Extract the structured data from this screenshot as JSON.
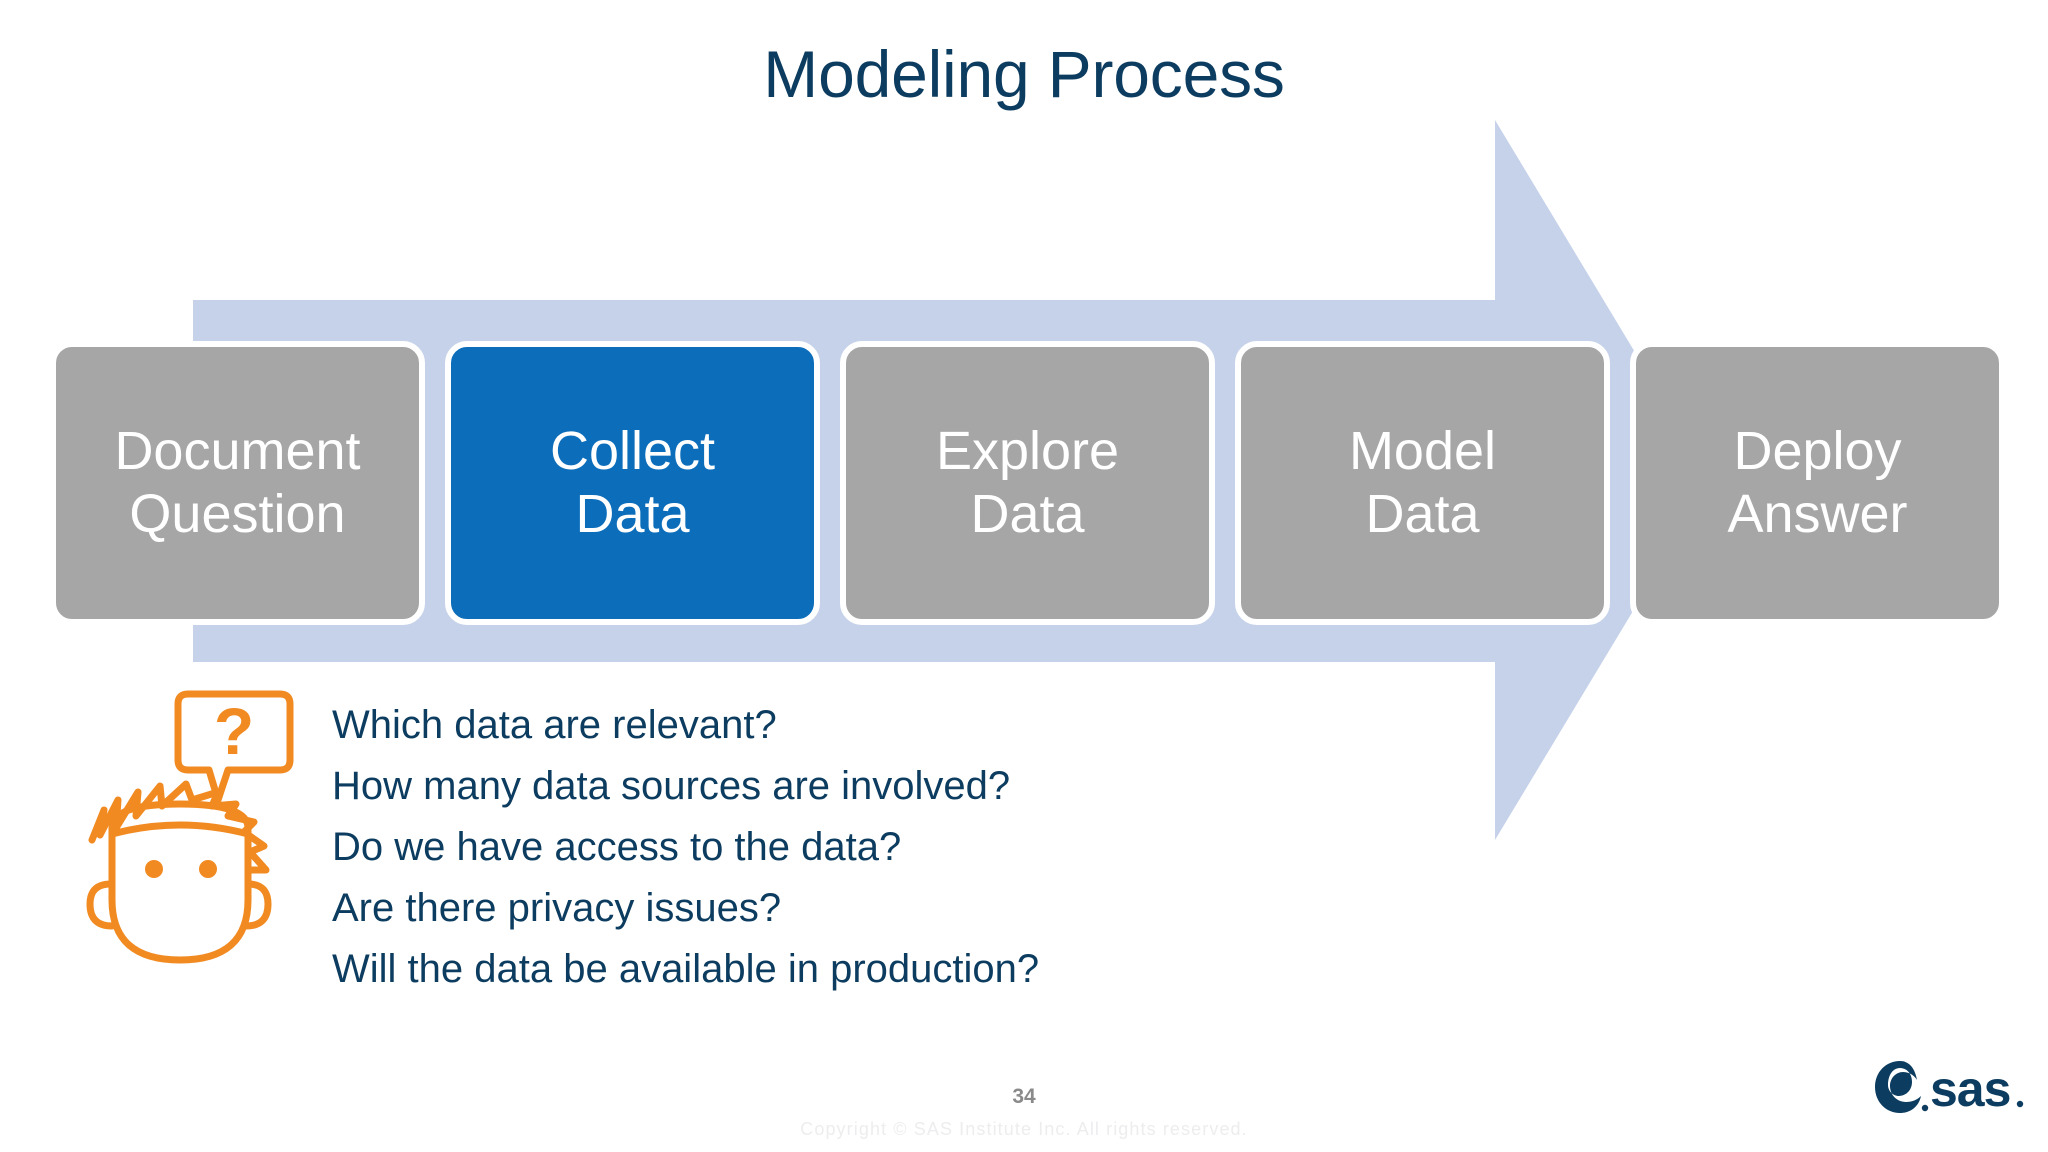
{
  "slide": {
    "title": "Modeling Process",
    "background_color": "#FFFFFF"
  },
  "colors": {
    "title_navy": "#0C3C5F",
    "arrow_band": "#C5D2EA",
    "stage_inactive": "#A6A6A6",
    "stage_active": "#0C6EBB",
    "stage_border": "#FFFFFF",
    "stage_text": "#FFFFFF",
    "question_text": "#0C3C5F",
    "character_orange": "#F18A21",
    "page_number": "#8A8A8A",
    "copyright": "#EDEDEF",
    "logo_navy": "#0C3C5F"
  },
  "process": {
    "arrow_direction": "right",
    "stages": [
      {
        "line1": "Document",
        "line2": "Question",
        "label": "Document\nQuestion",
        "active": false
      },
      {
        "line1": "Collect",
        "line2": "Data",
        "label": "Collect\nData",
        "active": true
      },
      {
        "line1": "Explore",
        "line2": "Data",
        "label": "Explore\nData",
        "active": false
      },
      {
        "line1": "Model",
        "line2": "Data",
        "label": "Model\nData",
        "active": false
      },
      {
        "line1": "Deploy",
        "line2": "Answer",
        "label": "Deploy\nAnswer",
        "active": false
      }
    ]
  },
  "questions": {
    "icon": "person-question-icon",
    "bubble_glyph": "?",
    "items": [
      "Which data are relevant?",
      "How many data sources are involved?",
      "Do we have access to the data?",
      "Are there privacy issues?",
      "Will the data be available in production?"
    ]
  },
  "footer": {
    "page_number": "34",
    "copyright": "Copyright © SAS Institute Inc. All rights reserved.",
    "logo_text": "sas"
  }
}
